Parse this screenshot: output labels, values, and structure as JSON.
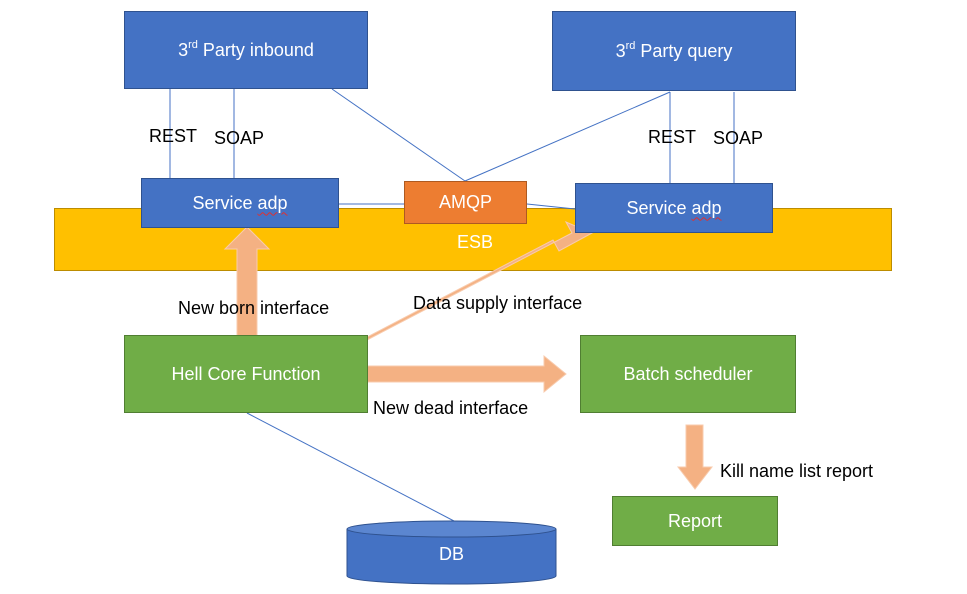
{
  "nodes": {
    "party_inbound": {
      "main": "3",
      "sup": "rd",
      "rest": " Party inbound"
    },
    "party_query": {
      "main": "3",
      "sup": "rd",
      "rest": " Party query"
    },
    "service_adp_left": {
      "prefix": "Service ",
      "squiggle": "adp"
    },
    "service_adp_right": {
      "prefix": "Service ",
      "squiggle": "adp"
    },
    "amqp": "AMQP",
    "esb": "ESB",
    "hell_core": "Hell Core Function",
    "batch_scheduler": "Batch scheduler",
    "report": "Report",
    "db": "DB"
  },
  "labels": {
    "rest_left": "REST",
    "soap_left": "SOAP",
    "rest_right": "REST",
    "soap_right": "SOAP",
    "new_born_interface": "New born interface",
    "data_supply_interface": "Data supply interface",
    "new_dead_interface": "New dead interface",
    "kill_name_list_report": "Kill name list report"
  },
  "colors": {
    "blue": "#4472c4",
    "green": "#70ad47",
    "orange": "#ed7d31",
    "esb_yellow": "#ffc000",
    "arrow_fill": "#f4b183",
    "arrow_stroke": "#f8cbad",
    "connector": "#4472c4"
  }
}
